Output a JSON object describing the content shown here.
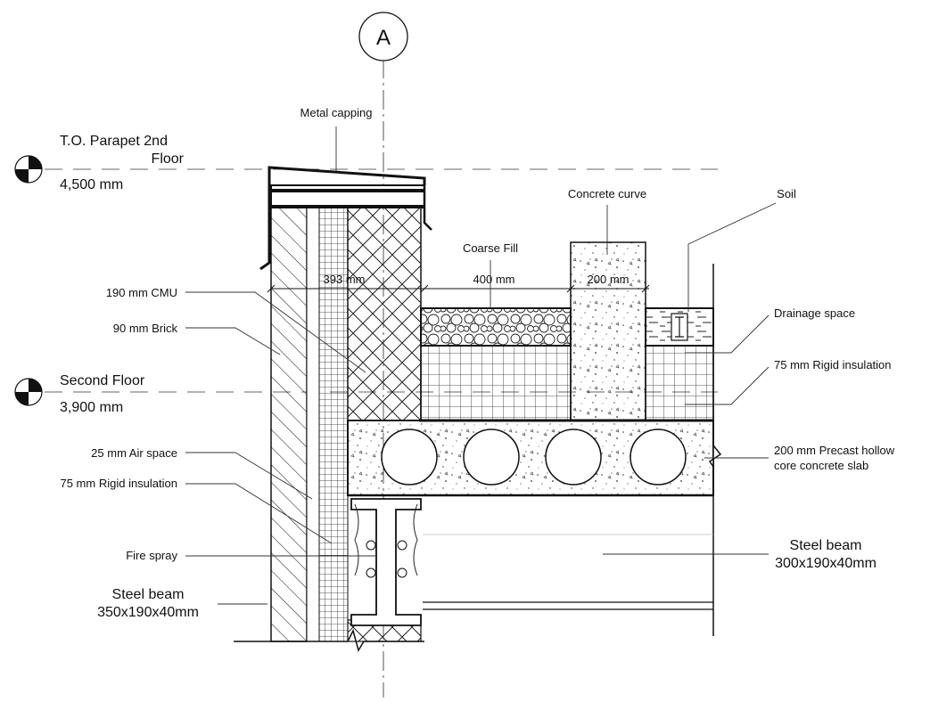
{
  "grid_marker": "A",
  "levels": [
    {
      "id": "parapet",
      "name_line1": "T.O. Parapet 2nd",
      "name_line2": "Floor",
      "elevation": "4,500 mm"
    },
    {
      "id": "second",
      "name_line1": "Second Floor",
      "elevation": "3,900 mm"
    }
  ],
  "labels": {
    "metal_capping": "Metal capping",
    "concrete_curve": "Concrete curve",
    "soil": "Soil",
    "coarse_fill": "Coarse Fill",
    "cmu": "190 mm CMU",
    "brick": "90 mm Brick",
    "drainage": "Drainage space",
    "rigid_insulation_right": "75 mm Rigid insulation",
    "hollow_core_1": "200 mm Precast hollow",
    "hollow_core_2": "core concrete slab",
    "air_space": "25 mm Air space",
    "rigid_insulation_left": "75 mm Rigid insulation",
    "fire_spray": "Fire spray",
    "steel_beam_left_1": "Steel beam",
    "steel_beam_left_2": "350x190x40mm",
    "steel_beam_right_1": "Steel beam",
    "steel_beam_right_2": "300x190x40mm"
  },
  "dimensions": {
    "wall_width": "393 mm",
    "fill_width": "400 mm",
    "curb_width": "200 mm"
  },
  "colors": {
    "line": "#111111",
    "dash": "#666666"
  }
}
